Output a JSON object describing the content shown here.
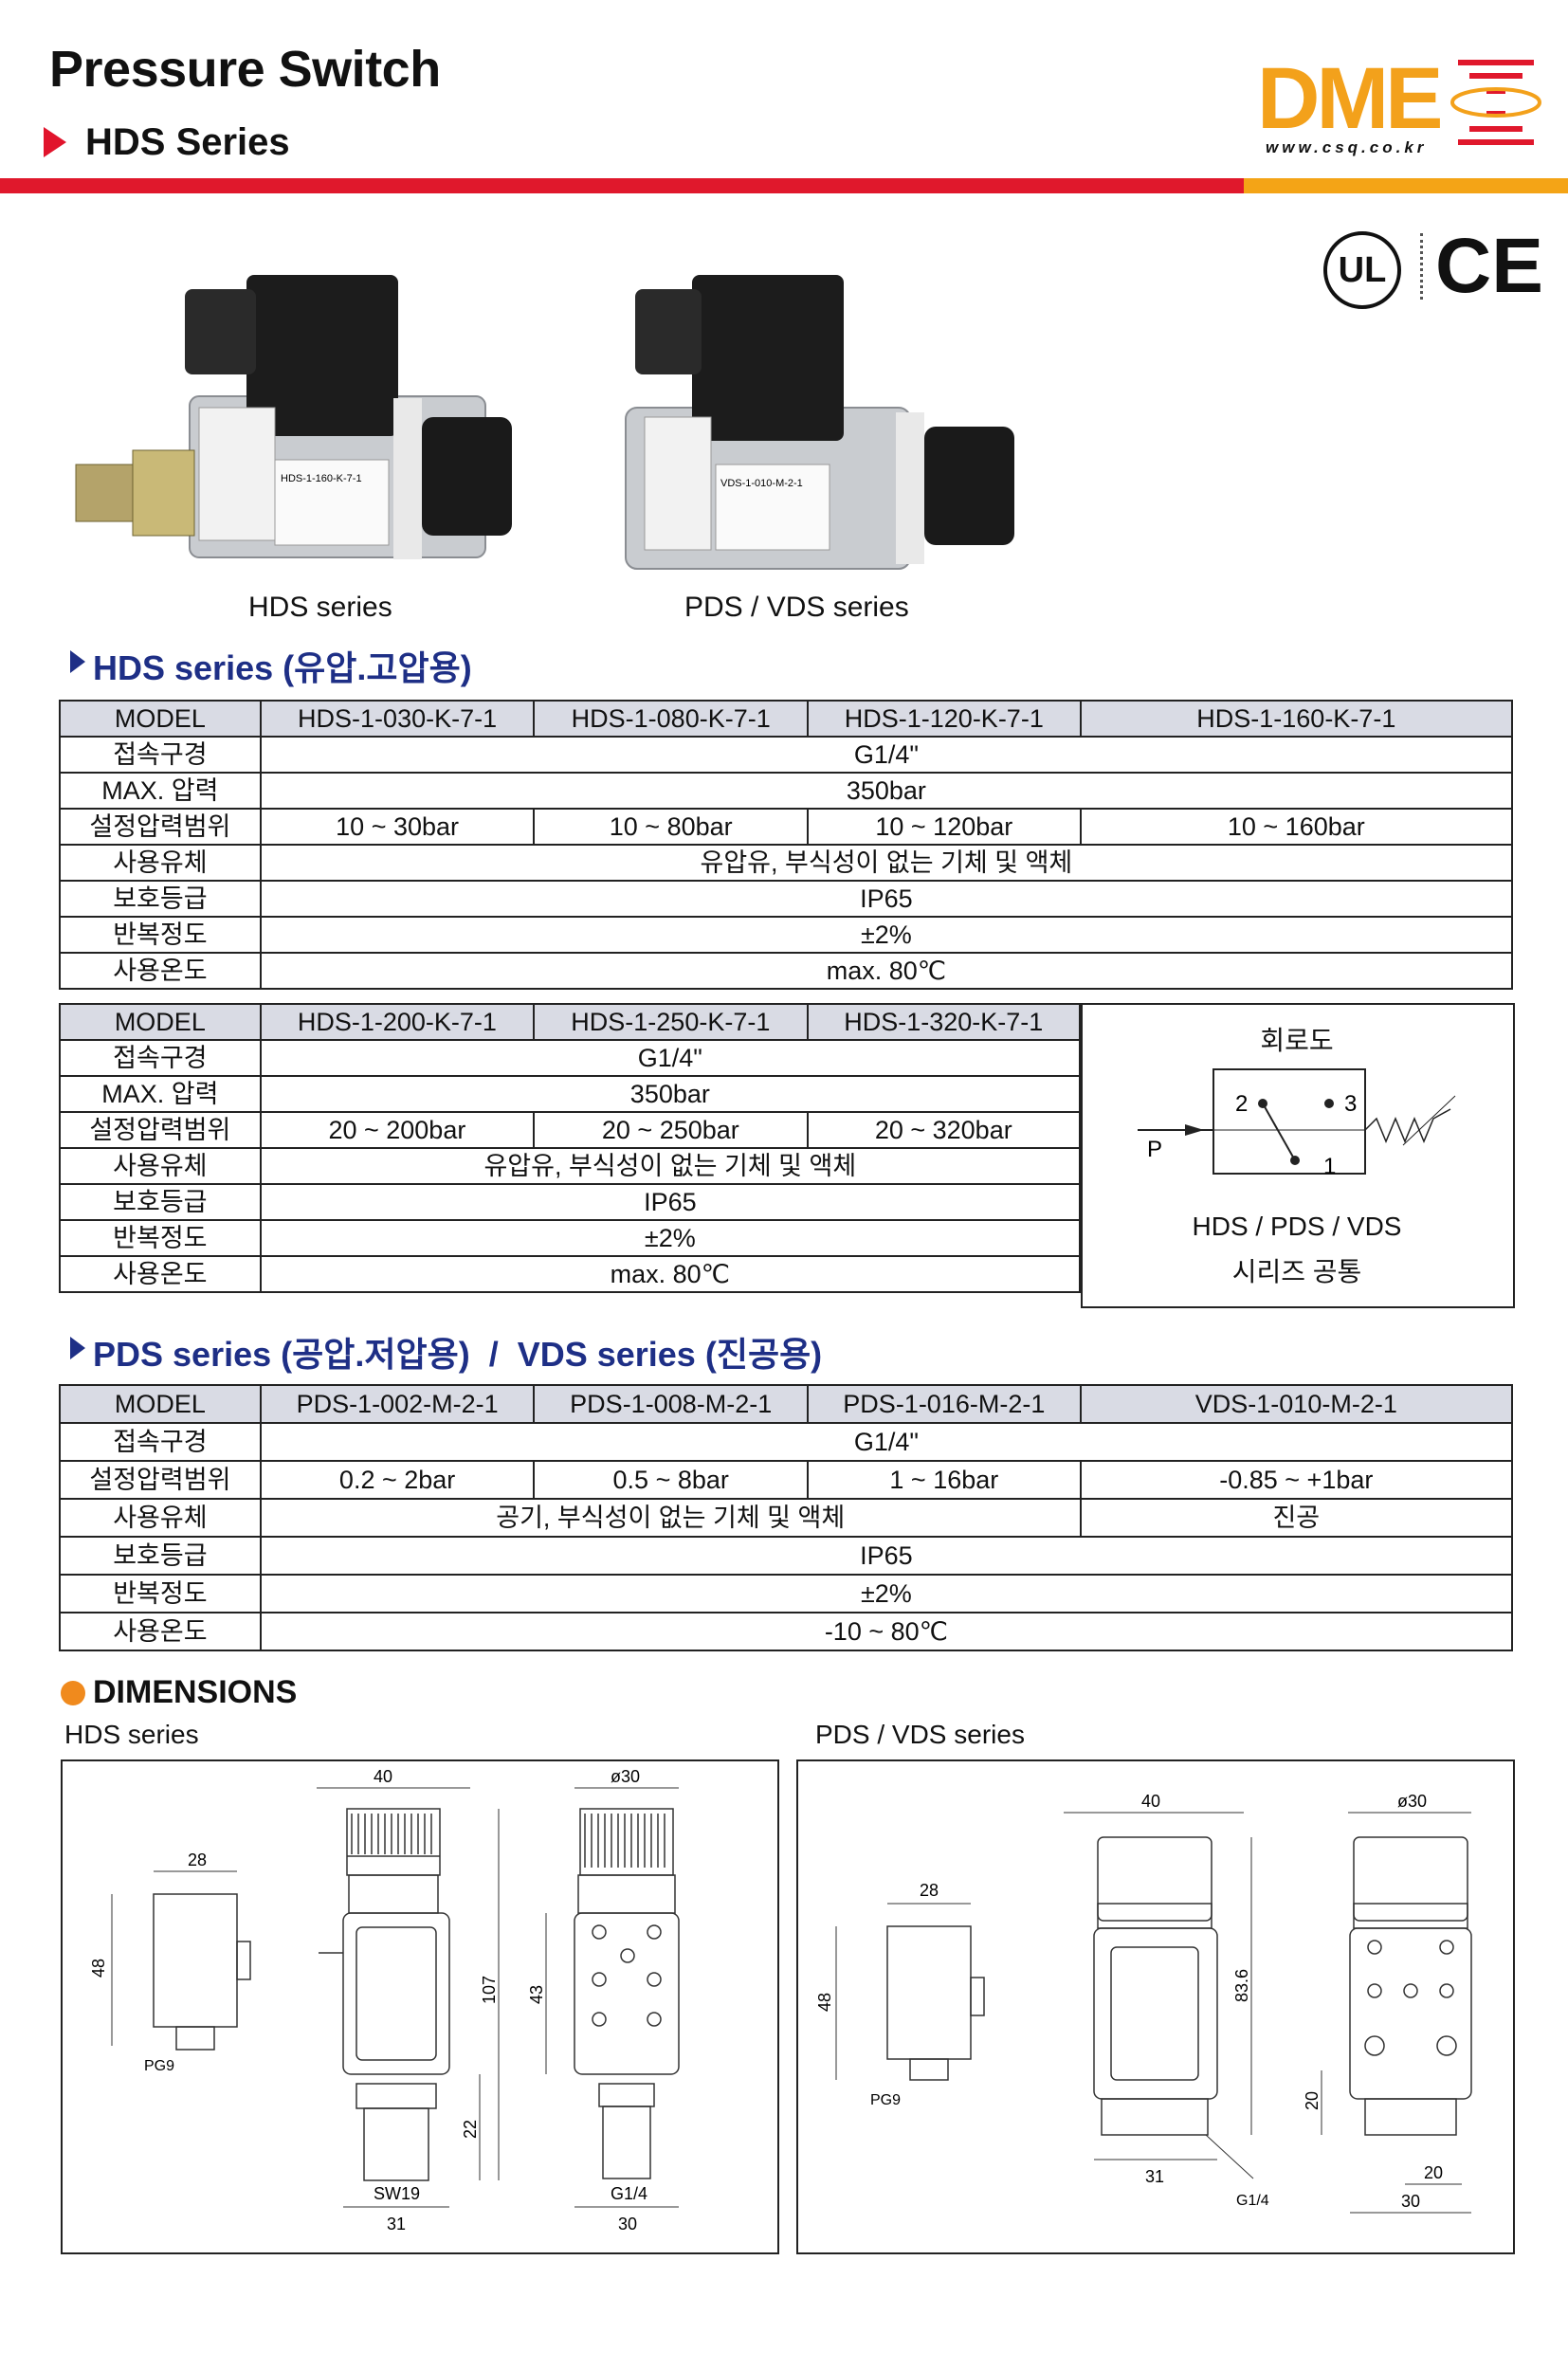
{
  "header": {
    "title": "Pressure Switch",
    "subtitle": "HDS Series",
    "logo": "DME",
    "url": "www.csq.co.kr",
    "cert_ul": "UL",
    "cert_ce": "CE"
  },
  "photos": {
    "caption_hds": "HDS series",
    "caption_pds": "PDS / VDS series",
    "label_hds": "HDS-1-160-K-7-1",
    "label_vds": "VDS-1-010-M-2-1"
  },
  "hds_section": {
    "heading": "HDS series (유압.고압용)",
    "table1": {
      "models": [
        "MODEL",
        "HDS-1-030-K-7-1",
        "HDS-1-080-K-7-1",
        "HDS-1-120-K-7-1",
        "HDS-1-160-K-7-1"
      ],
      "port_label": "접속구경",
      "port": "G1/4\"",
      "max_label": "MAX. 압력",
      "max": "350bar",
      "range_label": "설정압력범위",
      "ranges": [
        "10 ~ 30bar",
        "10 ~ 80bar",
        "10 ~ 120bar",
        "10 ~ 160bar"
      ],
      "fluid_label": "사용유체",
      "fluid": "유압유, 부식성이 없는 기체 및 액체",
      "ip_label": "보호등급",
      "ip": "IP65",
      "rep_label": "반복정도",
      "rep": "±2%",
      "temp_label": "사용온도",
      "temp": "max. 80℃"
    },
    "table2": {
      "models": [
        "MODEL",
        "HDS-1-200-K-7-1",
        "HDS-1-250-K-7-1",
        "HDS-1-320-K-7-1"
      ],
      "port_label": "접속구경",
      "port": "G1/4\"",
      "max_label": "MAX. 압력",
      "max": "350bar",
      "range_label": "설정압력범위",
      "ranges": [
        "20 ~ 200bar",
        "20 ~ 250bar",
        "20 ~ 320bar"
      ],
      "fluid_label": "사용유체",
      "fluid": "유압유, 부식성이 없는 기체 및 액체",
      "ip_label": "보호등급",
      "ip": "IP65",
      "rep_label": "반복정도",
      "rep": "±2%",
      "temp_label": "사용온도",
      "temp": "max. 80℃"
    },
    "circuit": {
      "title": "회로도",
      "p": "P",
      "n1": "1",
      "n2": "2",
      "n3": "3",
      "note1": "HDS / PDS / VDS",
      "note2": "시리즈 공통"
    }
  },
  "pds_section": {
    "heading": "PDS series (공압.저압용)  /  VDS series (진공용)",
    "models": [
      "MODEL",
      "PDS-1-002-M-2-1",
      "PDS-1-008-M-2-1",
      "PDS-1-016-M-2-1",
      "VDS-1-010-M-2-1"
    ],
    "port_label": "접속구경",
    "port": "G1/4\"",
    "range_label": "설정압력범위",
    "ranges": [
      "0.2 ~ 2bar",
      "0.5 ~ 8bar",
      "1 ~ 16bar",
      "-0.85 ~ +1bar"
    ],
    "fluid_label": "사용유체",
    "fluid": "공기, 부식성이 없는 기체 및 액체",
    "fluid_vds": "진공",
    "ip_label": "보호등급",
    "ip": "IP65",
    "rep_label": "반복정도",
    "rep": "±2%",
    "temp_label": "사용온도",
    "temp": "-10 ~ 80℃"
  },
  "dimensions": {
    "heading": "DIMENSIONS",
    "hds_label": "HDS series",
    "pds_label": "PDS / VDS series",
    "hds": {
      "d40": "40",
      "d30": "ø30",
      "d28": "28",
      "d48": "48",
      "d107": "107",
      "d43": "43",
      "d22": "22",
      "sw19": "SW19",
      "g14": "G1/4",
      "d31": "31",
      "d30b": "30",
      "pg9": "PG9"
    },
    "pds": {
      "d40": "40",
      "d30": "ø30",
      "d28": "28",
      "d48": "48",
      "d836": "83.6",
      "d20": "20",
      "d31": "31",
      "g14": "G1/4",
      "d20b": "20",
      "d30b": "30",
      "pg9": "PG9"
    }
  }
}
